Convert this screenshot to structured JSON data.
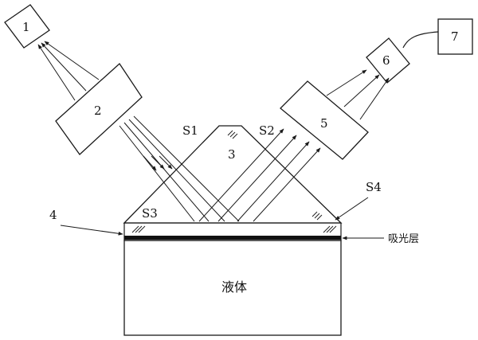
{
  "labels": {
    "box1": "1",
    "box2": "2",
    "prism": "3",
    "box5": "5",
    "box6": "6",
    "box7": "7",
    "s1": "S1",
    "s2": "S2",
    "s3": "S3",
    "s4": "S4",
    "sensor": "4",
    "absorb_layer": "吸光层",
    "liquid": "液体"
  },
  "colors": {
    "stroke": "#1a1a1a",
    "layer": "#111111",
    "background": "#ffffff"
  }
}
